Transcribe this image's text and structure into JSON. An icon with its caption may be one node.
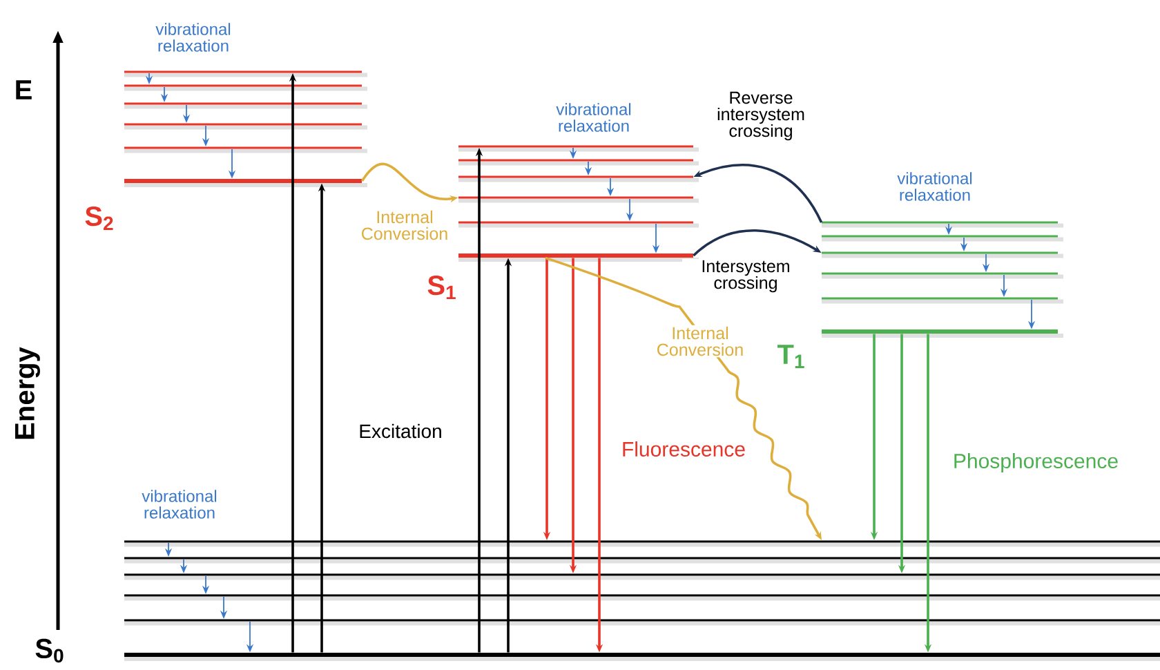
{
  "diagram": {
    "nodes": [
      {
        "text": [],
        "shape": "bar"
      },
      {
        "text": [],
        "shape": "bar"
      },
      {
        "text": [],
        "shape": "bar"
      },
      {
        "text": [],
        "shape": "bar"
      },
      {
        "text": [],
        "shape": "bar"
      },
      {
        "text": [],
        "shape": "bar",
        "beside": [
          "S$_{2}$"
        ]
      },
      {
        "text": [],
        "shape": "bar"
      },
      {
        "text": [],
        "shape": "bar"
      },
      {
        "text": [],
        "shape": "bar"
      },
      {
        "text": [],
        "shape": "bar"
      },
      {
        "text": [],
        "shape": "bar"
      },
      {
        "text": [],
        "shape": "bar",
        "beside": [
          "S$_{1}$"
        ]
      },
      {
        "text": [],
        "shape": "bar"
      },
      {
        "text": [],
        "shape": "bar"
      },
      {
        "text": [],
        "shape": "bar"
      },
      {
        "text": [],
        "shape": "bar"
      },
      {
        "text": [],
        "shape": "bar"
      },
      {
        "text": [],
        "shape": "bar",
        "beside": [
          "T$_{1}$"
        ]
      },
      {
        "text": [],
        "shape": "bar"
      },
      {
        "text": [],
        "shape": "bar"
      },
      {
        "text": [],
        "shape": "bar"
      },
      {
        "text": [],
        "shape": "bar"
      },
      {
        "text": [],
        "shape": "bar"
      },
      {
        "text": [],
        "shape": "bar",
        "beside": [
          "S$_{0}$"
        ]
      }
    ],
    "edges": [
      {
        "from": 0,
        "to": 1,
        "arrow": "to",
        "color": "#3a78c9"
      },
      {
        "from": 1,
        "to": 2,
        "arrow": "to",
        "color": "#3a78c9"
      },
      {
        "from": 2,
        "to": 3,
        "arrow": "to",
        "color": "#3a78c9"
      },
      {
        "from": 3,
        "to": 4,
        "arrow": "to",
        "color": "#3a78c9"
      },
      {
        "from": 4,
        "to": 5,
        "arrow": "to",
        "color": "#3a78c9"
      },
      {
        "from": 6,
        "to": 7,
        "arrow": "to",
        "color": "#3a78c9"
      },
      {
        "from": 7,
        "to": 8,
        "arrow": "to",
        "color": "#3a78c9"
      },
      {
        "from": 8,
        "to": 9,
        "arrow": "to",
        "color": "#3a78c9"
      },
      {
        "from": 9,
        "to": 10,
        "arrow": "to",
        "color": "#3a78c9"
      },
      {
        "from": 10,
        "to": 11,
        "arrow": "to",
        "color": "#3a78c9"
      },
      {
        "from": 12,
        "to": 13,
        "arrow": "to",
        "color": "#3a78c9"
      },
      {
        "from": 13,
        "to": 14,
        "arrow": "to",
        "color": "#3a78c9"
      },
      {
        "from": 14,
        "to": 15,
        "arrow": "to",
        "color": "#3a78c9"
      },
      {
        "from": 15,
        "to": 16,
        "arrow": "to",
        "color": "#3a78c9"
      },
      {
        "from": 16,
        "to": 17,
        "arrow": "to",
        "color": "#3a78c9"
      },
      {
        "from": 18,
        "to": 19,
        "arrow": "to",
        "color": "#3a78c9"
      },
      {
        "from": 19,
        "to": 20,
        "arrow": "to",
        "color": "#3a78c9"
      },
      {
        "from": 20,
        "to": 21,
        "arrow": "to",
        "color": "#3a78c9"
      },
      {
        "from": 21,
        "to": 22,
        "arrow": "to",
        "color": "#3a78c9"
      },
      {
        "from": 22,
        "to": 23,
        "arrow": "to",
        "color": "#3a78c9"
      },
      {
        "from": 23,
        "to": 0,
        "arrow": "to",
        "color": "#000000"
      },
      {
        "from": 23,
        "to": 5,
        "arrow": "to",
        "color": "#000000"
      },
      {
        "from": 23,
        "to": 6,
        "arrow": "to",
        "color": "#000000"
      },
      {
        "from": 23,
        "to": 11,
        "arrow": "to",
        "color": "#000000"
      },
      {
        "from": 11,
        "to": 18,
        "arrow": "to",
        "color": "#e8352a"
      },
      {
        "from": 11,
        "to": 20,
        "arrow": "to",
        "color": "#e8352a"
      },
      {
        "from": 11,
        "to": 23,
        "arrow": "to",
        "color": "#e8352a"
      },
      {
        "from": 17,
        "to": 18,
        "arrow": "to",
        "color": "#4caf50"
      },
      {
        "from": 17,
        "to": 20,
        "arrow": "to",
        "color": "#4caf50"
      },
      {
        "from": 17,
        "to": 23,
        "arrow": "to",
        "color": "#4caf50"
      },
      {
        "from": 5,
        "to": 9,
        "arrow": "to",
        "color": "#deae3c",
        "label": "Internal Conversion"
      },
      {
        "from": 11,
        "to": 18,
        "arrow": "to",
        "color": "#deae3c",
        "label": "Internal Conversion"
      },
      {
        "from": 11,
        "to": 14,
        "arrow": "to",
        "color": "#1f3050",
        "label": "Intersystem crossing"
      },
      {
        "from": 12,
        "to": 8,
        "arrow": "to",
        "color": "#1f3050",
        "label": "Reverse intersystem crossing"
      }
    ],
    "labels": [
      "vibrational relaxation",
      "E",
      "vibrational relaxation",
      "vibrational relaxation",
      "Energy",
      "Excitation",
      "Fluorescence",
      "Phosphorescence",
      "vibrational relaxation"
    ]
  }
}
